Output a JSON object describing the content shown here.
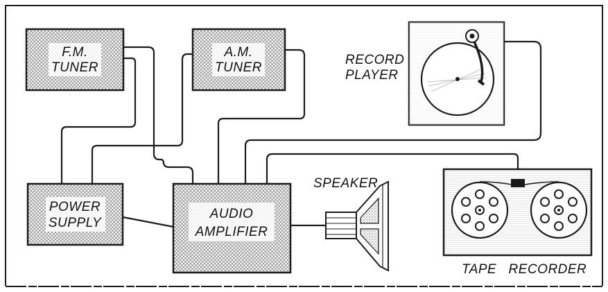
{
  "diagram": {
    "components": {
      "fm_tuner": {
        "line1": "F.M.",
        "line2": "TUNER"
      },
      "am_tuner": {
        "line1": "A.M.",
        "line2": "TUNER"
      },
      "record_player": {
        "line1": "RECORD",
        "line2": "PLAYER"
      },
      "power_supply": {
        "line1": "POWER",
        "line2": "SUPPLY"
      },
      "audio_amplifier": {
        "line1": "AUDIO",
        "line2": "AMPLIFIER"
      },
      "speaker": {
        "label": "SPEAKER"
      },
      "tape_recorder": {
        "label": "TAPE   RECORDER"
      }
    },
    "colors": {
      "ink": "#1a1a1a",
      "hatch": "#9a9a9a",
      "paper": "#ffffff"
    }
  }
}
